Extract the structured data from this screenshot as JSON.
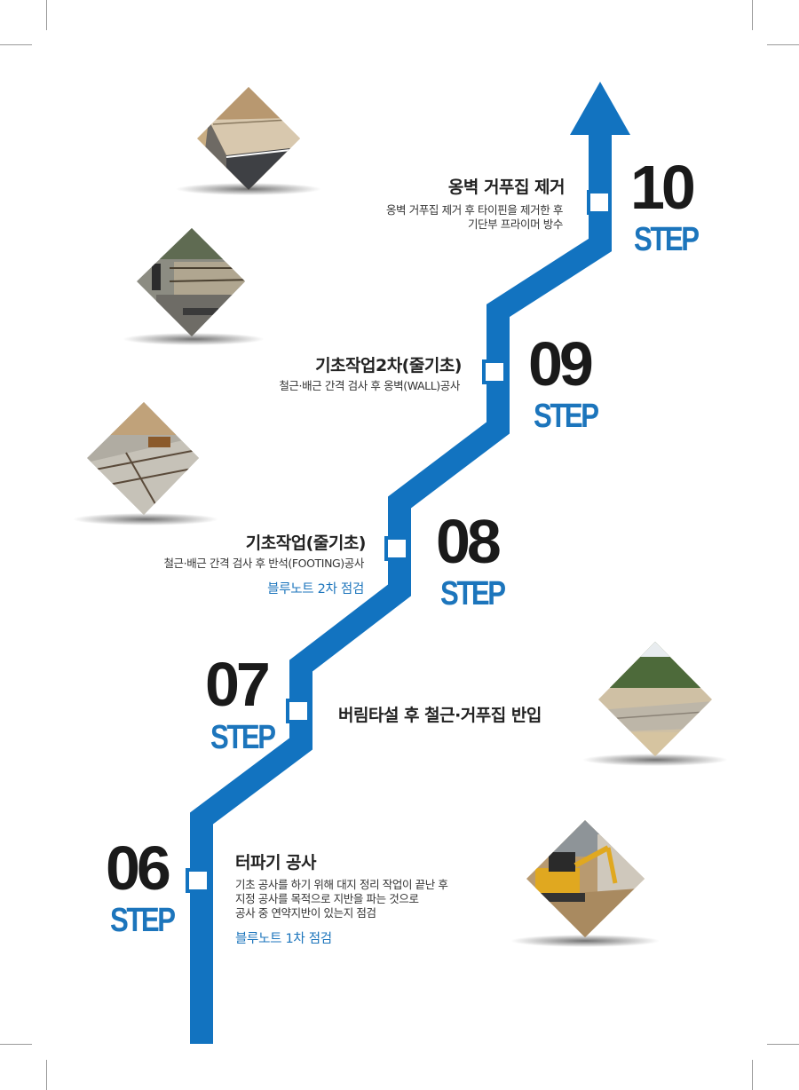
{
  "colors": {
    "path_blue": "#1273c0",
    "step_blue": "#1c75bc",
    "number_black": "#1a1a1a"
  },
  "steps": [
    {
      "number": "06",
      "step_label": "STEP",
      "title": "터파기 공사",
      "description": [
        "기초 공사를 하기 위해 대지 정리 작업이 끝난 후",
        "지정 공사를 목적으로 지반을 파는 것으로",
        "공사 중 연약지반이 있는지 점검"
      ],
      "note": "블루노트 1차 점검",
      "photo_icon": "excavator-photo"
    },
    {
      "number": "07",
      "step_label": "STEP",
      "title": "버림타설 후 철근·거푸집 반입",
      "description": [],
      "note": "",
      "photo_icon": "lean-concrete-photo"
    },
    {
      "number": "08",
      "step_label": "STEP",
      "title": "기초작업(줄기초)",
      "description": [
        "철근·배근 간격 검사 후 반석(FOOTING)공사"
      ],
      "note": "블루노트 2차 점검",
      "photo_icon": "footing-rebar-photo"
    },
    {
      "number": "09",
      "step_label": "STEP",
      "title": "기초작업2차(줄기초)",
      "description": [
        "철근·배근 간격 검사 후 옹벽(WALL)공사"
      ],
      "note": "",
      "photo_icon": "wall-formwork-photo"
    },
    {
      "number": "10",
      "step_label": "STEP",
      "title": "옹벽 거푸집 제거",
      "description": [
        "옹벽 거푸집 제거 후 타이핀을 제거한 후",
        "기단부 프라이머 방수"
      ],
      "note": "",
      "photo_icon": "foundation-wall-photo"
    }
  ]
}
